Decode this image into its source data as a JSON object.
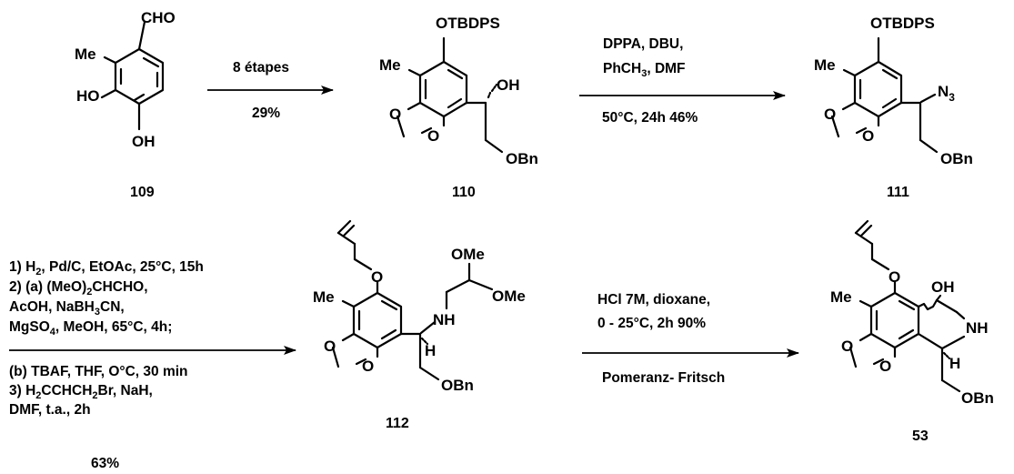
{
  "compounds": {
    "c109": {
      "number": "109",
      "labels": {
        "cho": "CHO",
        "me": "Me",
        "ho": "HO",
        "oh": "OH"
      }
    },
    "c110": {
      "number": "110",
      "labels": {
        "otbdps": "OTBDPS",
        "me": "Me",
        "oh": "OH",
        "o1": "O",
        "o2": "O",
        "obn": "OBn"
      }
    },
    "c111": {
      "number": "111",
      "labels": {
        "otbdps": "OTBDPS",
        "me": "Me",
        "n3": "N",
        "n3sub": "3",
        "o1": "O",
        "o2": "O",
        "obn": "OBn"
      }
    },
    "c112": {
      "number": "112",
      "labels": {
        "o_allyl": "O",
        "me": "Me",
        "ome1": "OMe",
        "ome2": "OMe",
        "nh": "NH",
        "h": "H",
        "o1": "O",
        "o2": "O",
        "obn": "OBn"
      }
    },
    "c53": {
      "number": "53",
      "labels": {
        "o_allyl": "O",
        "me": "Me",
        "oh": "OH",
        "nh": "NH",
        "h": "H",
        "o1": "O",
        "o2": "O",
        "obn": "OBn"
      }
    }
  },
  "steps": {
    "s1": {
      "above": "8 étapes",
      "below": "29%"
    },
    "s2": {
      "above1": "DPPA, DBU,",
      "above2a": "PhCH",
      "above2sub": "3",
      "above2b": ", DMF",
      "below": "50°C, 24h  46%"
    },
    "s3": {
      "l1a": "1) H",
      "l1sub": "2",
      "l1b": ", Pd/C, EtOAc, 25°C, 15h",
      "l2a": "2) (a) (MeO)",
      "l2sub": "2",
      "l2b": "CHCHO,",
      "l3a": "AcOH, NaBH",
      "l3sub": "3",
      "l3b": "CN,",
      "l4a": "MgSO",
      "l4sub": "4",
      "l4b": ", MeOH, 65°C, 4h;",
      "l5": "(b) TBAF, THF, O°C, 30 min",
      "l6a": "3) H",
      "l6sub1": "2",
      "l6b": "CCHCH",
      "l6sub2": "2",
      "l6c": "Br, NaH,",
      "l7": "DMF, t.a., 2h",
      "yield": "63%"
    },
    "s4": {
      "above1": "HCl 7M, dioxane,",
      "above2": "0 - 25°C, 2h  90%",
      "below": "Pomeranz- Fritsch"
    }
  }
}
